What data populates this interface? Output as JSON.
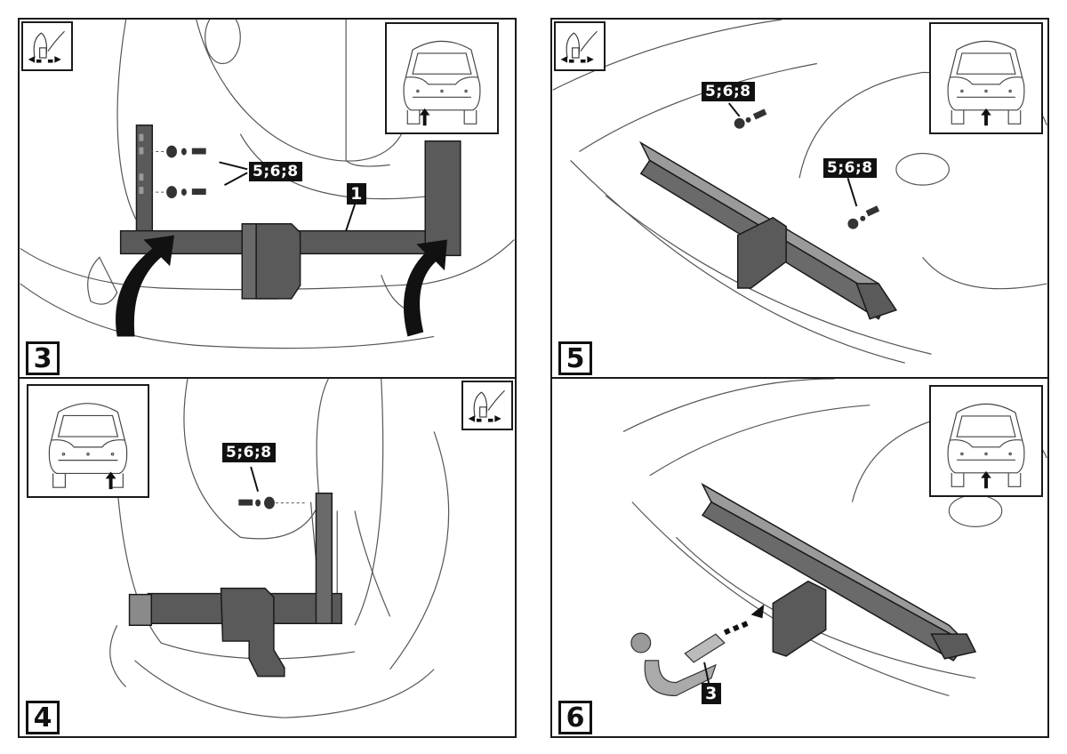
{
  "document": {
    "type": "tow bar installation instructions",
    "panels": [
      {
        "step": "3",
        "callouts": [
          "5;6;8",
          "1"
        ],
        "has_torque_tool_icon": true,
        "car_view": "rear view, arrow pointing to bumper underside"
      },
      {
        "step": "4",
        "callouts": [
          "5;6;8"
        ],
        "has_torque_tool_icon": true,
        "car_view": "rear view, arrow pointing to right-side underside"
      },
      {
        "step": "5",
        "callouts": [
          "5;6;8",
          "5;6;8"
        ],
        "has_torque_tool_icon": true,
        "car_view": "rear view, arrow pointing to bumper center"
      },
      {
        "step": "6",
        "callouts": [
          "3"
        ],
        "has_torque_tool_icon": false,
        "car_view": "rear view, arrow pointing to bumper center"
      }
    ]
  },
  "colors": {
    "line": "#1a1a1a",
    "part_fill": "#5a5a5a",
    "part_light": "#9a9a9a",
    "callout_bg": "#111111",
    "callout_text": "#ffffff"
  }
}
